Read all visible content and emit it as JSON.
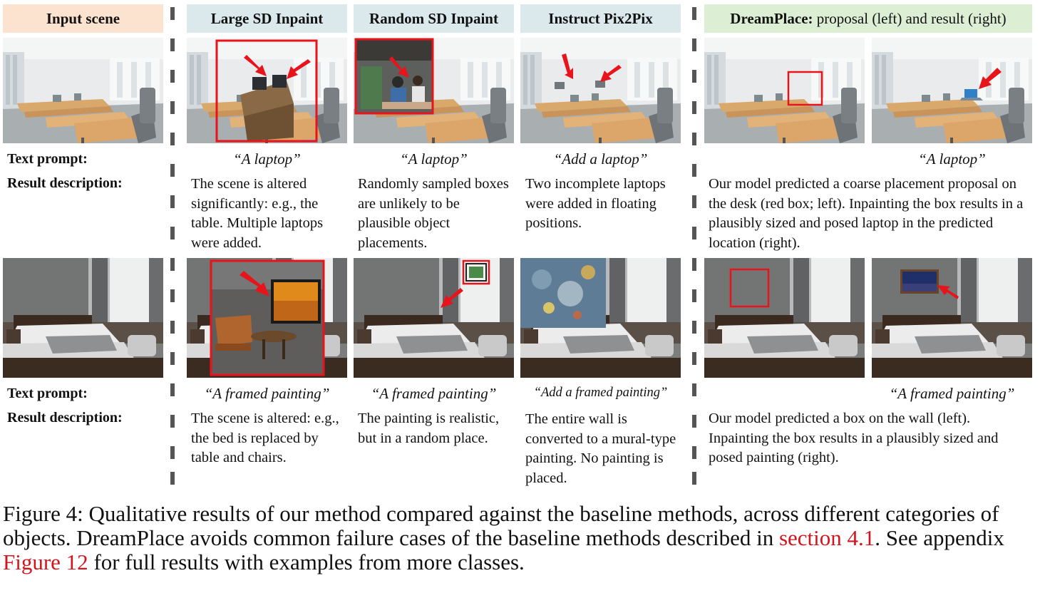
{
  "headers": {
    "input": "Input scene",
    "large": "Large SD Inpaint",
    "random": "Random SD Inpaint",
    "instruct": "Instruct Pix2Pix",
    "dream_bold": "DreamPlace:",
    "dream_rest": " proposal (left) and result (right)"
  },
  "colors": {
    "input_header": "#fbe3cf",
    "baseline_header": "#dbe9ec",
    "dream_header": "#dcefd5",
    "annotation_red": "#e8141c"
  },
  "row_labels": {
    "text_prompt": "Text prompt:",
    "result_description": "Result description:"
  },
  "row1": {
    "prompts": {
      "large": "“A laptop”",
      "random": "“A laptop”",
      "instruct": "“Add a laptop”",
      "dream": "“A laptop”"
    },
    "descriptions": {
      "large": "The scene is altered significantly: e.g., the table. Multiple laptops were added.",
      "random": "Randomly sampled boxes are unlikely to be plausible object placements.",
      "instruct": "Two incomplete laptops were added in floating positions.",
      "dream": "Our model predicted a coarse placement proposal on the desk (red box; left). Inpainting the box results in a plausibly sized and posed laptop in the predicted location (right)."
    }
  },
  "row2": {
    "prompts": {
      "large": "“A framed painting”",
      "random": "“A framed painting”",
      "instruct": "“Add a framed painting”",
      "dream": "“A framed painting”"
    },
    "descriptions": {
      "large": "The scene is altered: e.g., the bed is replaced by table and chairs.",
      "random": "The painting is realistic, but in a random place.",
      "instruct": "The entire wall is converted to a mural-type painting. No painting is placed.",
      "dream": "Our model predicted a box on the wall (left). Inpainting the box results in a plausibly sized and posed painting (right)."
    }
  },
  "caption": {
    "part1": "Figure 4: Qualitative results of our method compared against the baseline methods, across different categories of objects. DreamPlace avoids common failure cases of the baseline methods described in ",
    "ref1": "section 4.1",
    "part2": ". See appendix ",
    "ref2": "Figure 12",
    "part3": " for full results with examples from more classes."
  }
}
